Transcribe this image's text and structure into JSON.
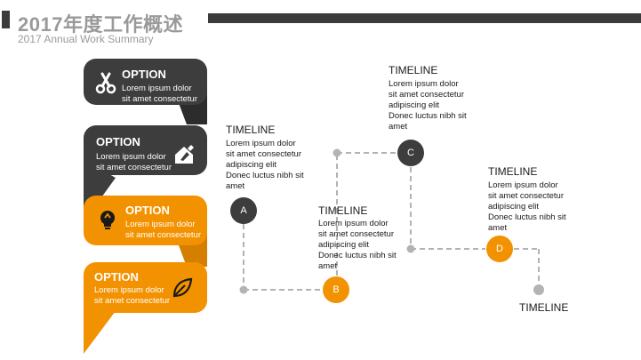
{
  "header": {
    "title": "2017年度工作概述",
    "subtitle": "2017 Annual Work Summary"
  },
  "colors": {
    "dark": "#3d3d3d",
    "orange": "#f39200",
    "connector": "#b3b3b3",
    "header_gray": "#9a9a9a"
  },
  "options": [
    {
      "title": "OPTION",
      "line1": "Lorem ipsum dolor",
      "line2": "sit amet consectetur",
      "icon": "scissors-icon",
      "color": "dark"
    },
    {
      "title": "OPTION",
      "line1": "Lorem ipsum dolor",
      "line2": "sit amet consectetur",
      "icon": "pen-nib-icon",
      "color": "dark"
    },
    {
      "title": "OPTION",
      "line1": "Lorem ipsum dolor",
      "line2": "sit amet consectetur",
      "icon": "lightbulb-icon",
      "color": "orange"
    },
    {
      "title": "OPTION",
      "line1": "Lorem ipsum dolor",
      "line2": "sit amet consectetur",
      "icon": "leaf-icon",
      "color": "orange"
    }
  ],
  "timeline": {
    "nodes": [
      {
        "label": "A",
        "color": "dark"
      },
      {
        "label": "B",
        "color": "orange"
      },
      {
        "label": "C",
        "color": "dark"
      },
      {
        "label": "D",
        "color": "orange"
      }
    ],
    "entries": [
      {
        "heading": "TIMELINE",
        "lines": [
          "Lorem ipsum dolor",
          "sit amet consectetur",
          "adipiscing elit",
          "Donec luctus nibh sit",
          "amet"
        ]
      },
      {
        "heading": "TIMELINE",
        "lines": [
          "Lorem ipsum dolor",
          "sit amet consectetur",
          "adipiscing elit",
          "Donec luctus nibh sit",
          "amet"
        ]
      },
      {
        "heading": "TIMELINE",
        "lines": [
          "Lorem ipsum dolor",
          "sit amet consectetur",
          "adipiscing elit",
          "Donec luctus nibh sit",
          "amet"
        ]
      },
      {
        "heading": "TIMELINE",
        "lines": [
          "Lorem ipsum dolor",
          "sit amet consectetur",
          "adipiscing elit",
          "Donec luctus nibh sit",
          "amet"
        ]
      }
    ],
    "end_label": "TIMELINE"
  }
}
